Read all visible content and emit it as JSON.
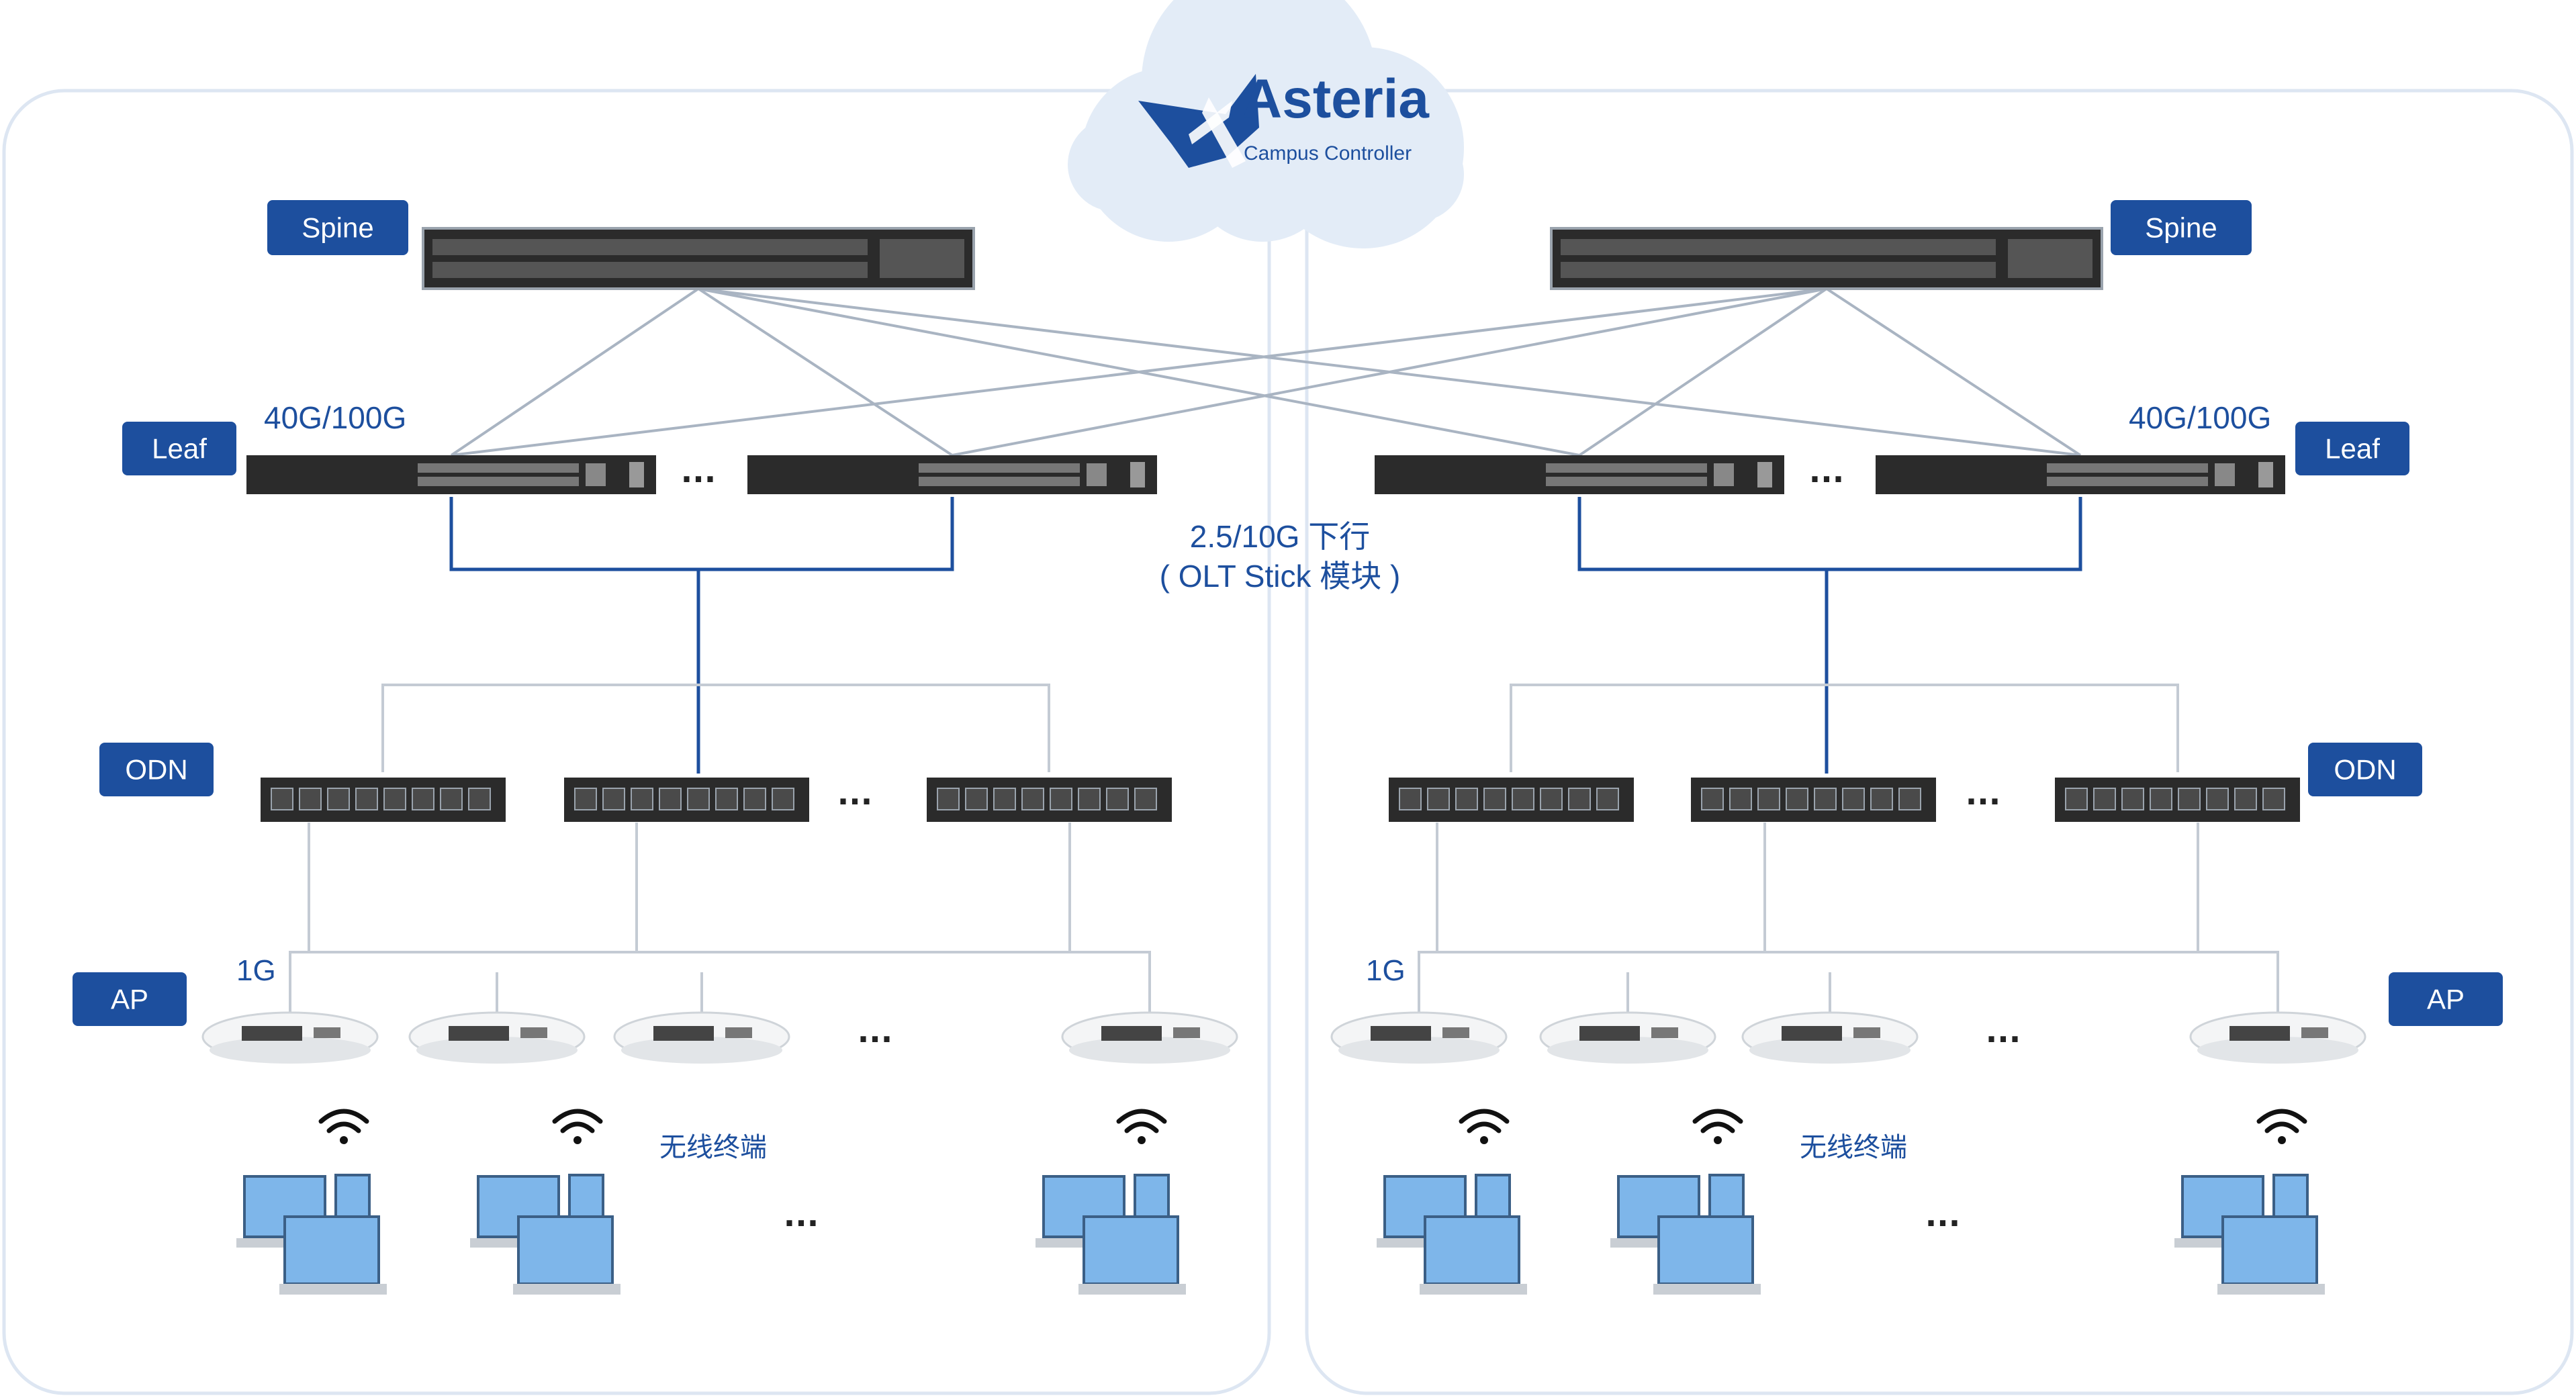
{
  "logo": {
    "name": "Asteria",
    "subtitle": "Campus Controller"
  },
  "layers": {
    "spine": "Spine",
    "leaf": "Leaf",
    "odn": "ODN",
    "ap": "AP"
  },
  "annotations": {
    "uplink_speed": "40G/100G",
    "downlink_speed": "2.5/10G 下行",
    "olt_module": "( OLT Stick 模块 )",
    "ap_speed": "1G",
    "wireless_clients": "无线终端"
  },
  "ellipsis": "...",
  "colors": {
    "label_bg": "#1d4f9e",
    "panel_border": "#dde6f2",
    "cloud": "#e3ecf7",
    "mesh_line": "#a9b4c2",
    "link_blue": "#1d4f9e",
    "tree_line": "#c4cbd4",
    "switch_dark": "#2b2b2b",
    "laptop_screen": "#7eb6ea"
  }
}
